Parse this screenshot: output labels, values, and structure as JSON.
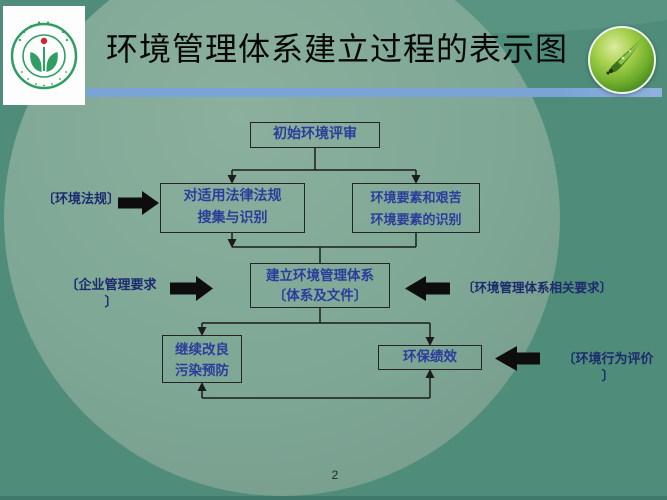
{
  "slide": {
    "title": "环境管理体系建立过程的表示图",
    "page_number": "2"
  },
  "colors": {
    "background": "#4f8d7a",
    "big_circle": "#7ea795",
    "accent_bar_blue": "#7aa3d6",
    "title_text": "#070707",
    "box_border": "#242424",
    "box_text": "#2b3d9c",
    "label_text": "#1c2b6e",
    "connector_line": "#1c1c1c",
    "block_arrow": "#0d0d0d",
    "logo_green": "#2f9e62",
    "logo_red_dot": "#c62a35",
    "sphere_green": "#6fae2b"
  },
  "flowchart": {
    "boxes": [
      {
        "id": "initial-review",
        "lines": [
          "初始环境评审"
        ]
      },
      {
        "id": "laws-identification",
        "lines": [
          "对适用法律法规",
          "搜集与识别"
        ]
      },
      {
        "id": "aspects-identification",
        "lines": [
          "环境要素和艰苦",
          "环境要素的识别"
        ]
      },
      {
        "id": "establish-ems",
        "lines": [
          "建立环境管理体系",
          "〔体系及文件〕"
        ]
      },
      {
        "id": "continual-improvement",
        "lines": [
          "继续改良",
          "污染预防"
        ]
      },
      {
        "id": "environmental-performance",
        "lines": [
          "环保绩效"
        ]
      }
    ],
    "labels": [
      {
        "id": "env-regulations",
        "line1": "〔环境法规〕",
        "line2": ""
      },
      {
        "id": "enterprise-requirements",
        "line1": "〔企业管理要求",
        "line2": "〕"
      },
      {
        "id": "ems-related-requirements",
        "line1": "〔环境管理体系相关要求〕",
        "line2": ""
      },
      {
        "id": "env-behavior-evaluation",
        "line1": "〔环境行为评价",
        "line2": "〕"
      }
    ]
  }
}
